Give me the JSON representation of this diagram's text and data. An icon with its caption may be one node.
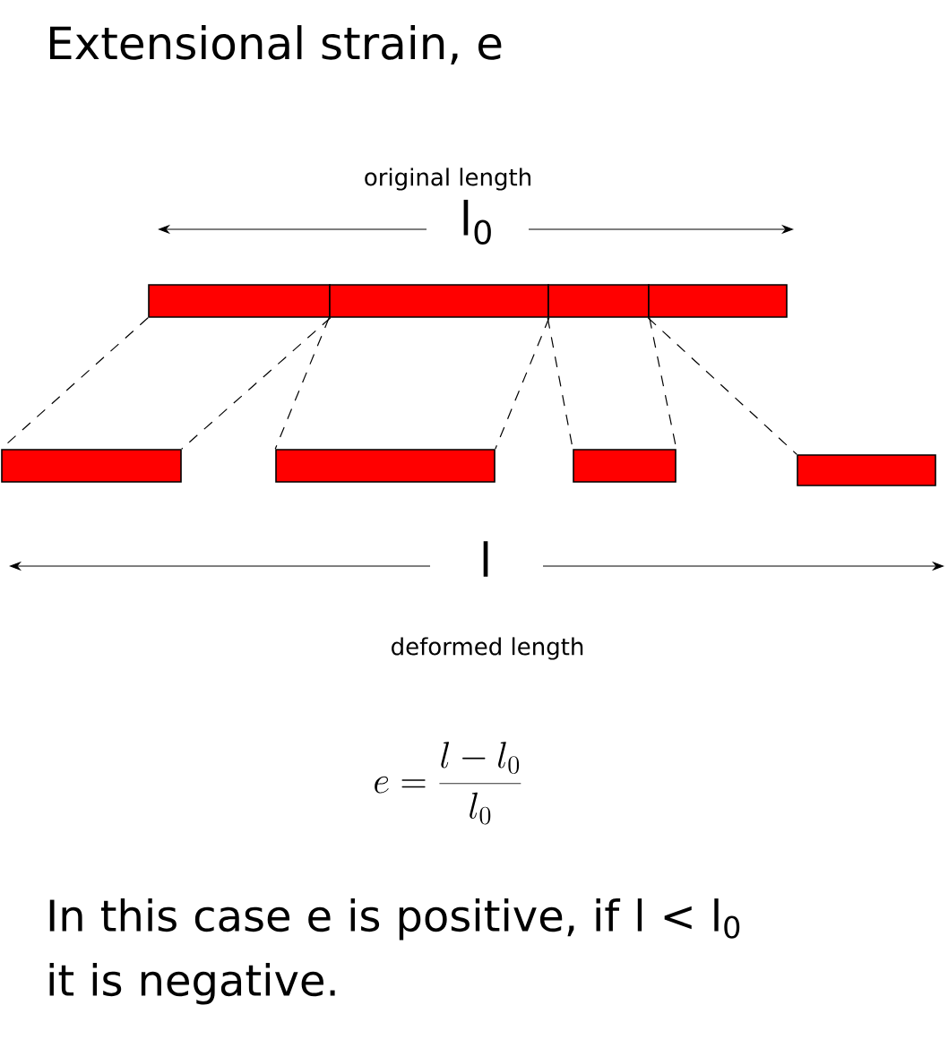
{
  "diagram": {
    "title": "Extensional strain, e",
    "nodes": [
      {
        "text": [],
        "shape": "bar"
      },
      {
        "text": [],
        "shape": "bar"
      },
      {
        "text": [],
        "shape": "bar"
      },
      {
        "text": [],
        "shape": "bar"
      },
      {
        "text": [],
        "shape": "bar"
      },
      {
        "text": [],
        "shape": "bar"
      },
      {
        "text": [],
        "shape": "bar"
      },
      {
        "text": [],
        "shape": "bar"
      }
    ],
    "edges": [
      {
        "from": 0,
        "to": 4,
        "arrow": "none",
        "style": "dashed"
      },
      {
        "from": 0,
        "to": 4,
        "arrow": "none",
        "style": "dashed"
      },
      {
        "from": 1,
        "to": 5,
        "arrow": "none",
        "style": "dashed"
      },
      {
        "from": 1,
        "to": 5,
        "arrow": "none",
        "style": "dashed"
      },
      {
        "from": 2,
        "to": 6,
        "arrow": "none",
        "style": "dashed"
      },
      {
        "from": 2,
        "to": 6,
        "arrow": "none",
        "style": "dashed"
      },
      {
        "from": 3,
        "to": 7,
        "arrow": "none",
        "style": "dashed"
      }
    ],
    "labels": [
      "original length",
      "l$_{0}$",
      "l",
      "deformed length",
      "e = \\frac{l - l_0}{l_0}",
      "In this case e is positive, if l < l$_{0}$ it is negative."
    ]
  }
}
